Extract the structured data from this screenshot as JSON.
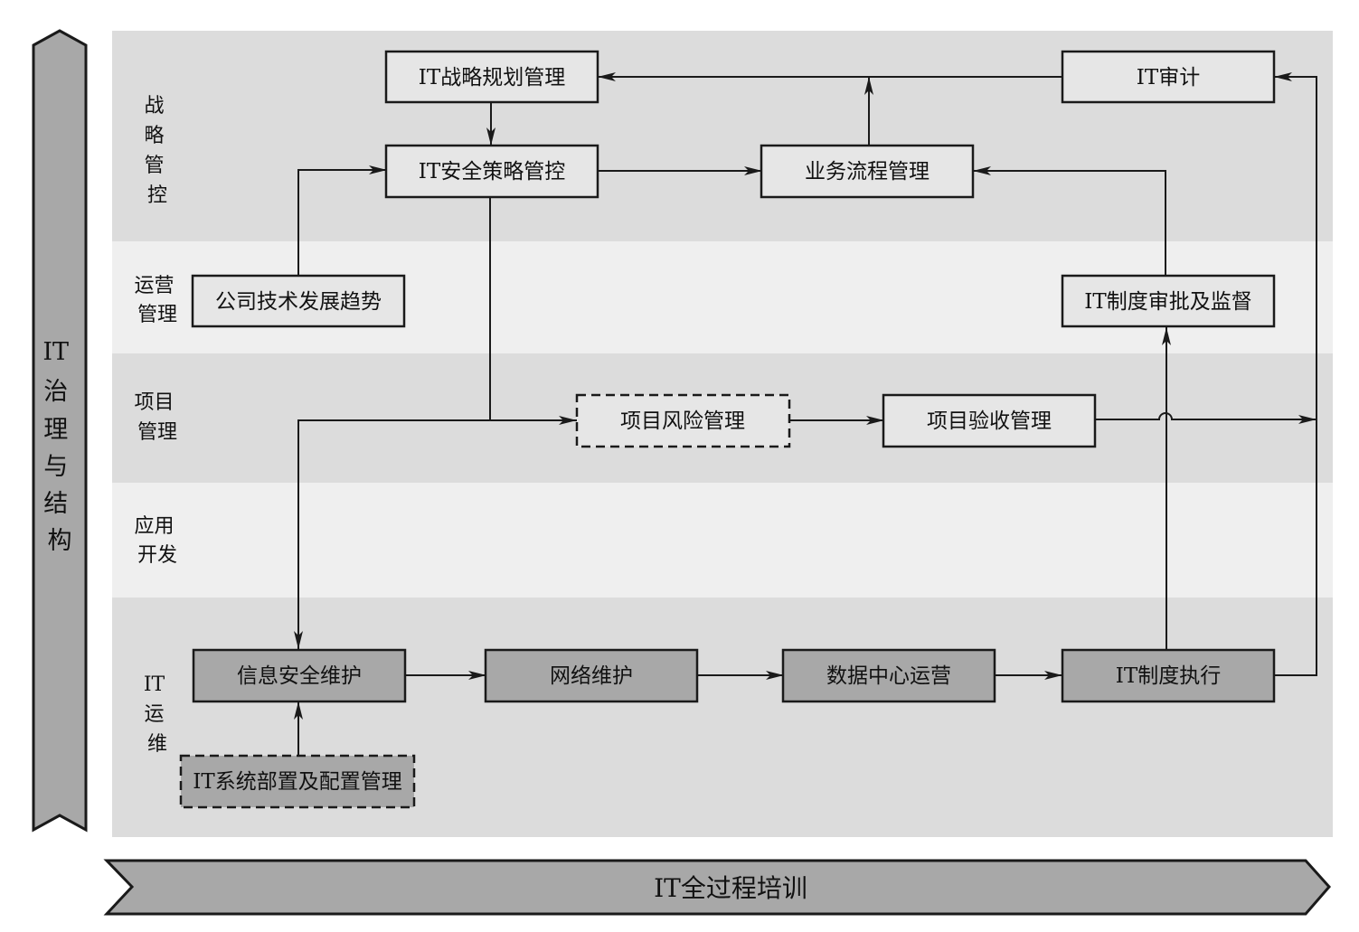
{
  "colors": {
    "background": "#ffffff",
    "lane_dark": "#dcdcdc",
    "lane_light": "#efefef",
    "box_light": "#e6e6e6",
    "box_dark": "#a8a8a8",
    "stroke": "#1a1a1a",
    "banner": "#a8a8a8"
  },
  "side_banner": {
    "lines": [
      "IT",
      "治",
      "理",
      "与",
      "结",
      "构"
    ]
  },
  "bottom_banner": {
    "label": "IT全过程培训"
  },
  "lanes": [
    {
      "id": "strategy",
      "lines": [
        "战",
        "略",
        "管",
        "控"
      ]
    },
    {
      "id": "operation",
      "lines": [
        "运营",
        "管理"
      ]
    },
    {
      "id": "project",
      "lines": [
        "项目",
        "管理"
      ]
    },
    {
      "id": "appdev",
      "lines": [
        "应用",
        "开发"
      ]
    },
    {
      "id": "itops",
      "lines": [
        "IT",
        "运",
        "维"
      ]
    }
  ],
  "nodes": [
    {
      "id": "it-strategy-planning",
      "label": "IT战略规划管理",
      "fill": "light",
      "dashed": false
    },
    {
      "id": "it-audit",
      "label": "IT审计",
      "fill": "light",
      "dashed": false
    },
    {
      "id": "it-security-policy",
      "label": "IT安全策略管控",
      "fill": "light",
      "dashed": false
    },
    {
      "id": "business-process",
      "label": "业务流程管理",
      "fill": "light",
      "dashed": false
    },
    {
      "id": "tech-trend",
      "label": "公司技术发展趋势",
      "fill": "light",
      "dashed": false
    },
    {
      "id": "it-policy-approval",
      "label": "IT制度审批及监督",
      "fill": "light",
      "dashed": false
    },
    {
      "id": "project-risk",
      "label": "项目风险管理",
      "fill": "light",
      "dashed": true
    },
    {
      "id": "project-acceptance",
      "label": "项目验收管理",
      "fill": "light",
      "dashed": false
    },
    {
      "id": "infosec-maintenance",
      "label": "信息安全维护",
      "fill": "dark",
      "dashed": false
    },
    {
      "id": "network-maintenance",
      "label": "网络维护",
      "fill": "dark",
      "dashed": false
    },
    {
      "id": "datacenter-ops",
      "label": "数据中心运营",
      "fill": "dark",
      "dashed": false
    },
    {
      "id": "it-policy-execution",
      "label": "IT制度执行",
      "fill": "dark",
      "dashed": false
    },
    {
      "id": "it-system-deploy",
      "label": "IT系统部置及配置管理",
      "fill": "dark",
      "dashed": true
    }
  ],
  "edges": [
    {
      "id": "audit-to-strategy",
      "from": "it-audit",
      "to": "it-strategy-planning"
    },
    {
      "id": "strategy-to-security",
      "from": "it-strategy-planning",
      "to": "it-security-policy"
    },
    {
      "id": "security-to-business",
      "from": "it-security-policy",
      "to": "business-process"
    },
    {
      "id": "business-to-topline",
      "from": "business-process",
      "to": "it-strategy-planning"
    },
    {
      "id": "trend-to-security",
      "from": "tech-trend",
      "to": "it-security-policy"
    },
    {
      "id": "approval-to-business",
      "from": "it-policy-approval",
      "to": "business-process"
    },
    {
      "id": "security-to-risk",
      "from": "it-security-policy",
      "to": "project-risk"
    },
    {
      "id": "security-to-infosec",
      "from": "it-security-policy",
      "to": "infosec-maintenance"
    },
    {
      "id": "risk-to-acceptance",
      "from": "project-risk",
      "to": "project-acceptance"
    },
    {
      "id": "acceptance-to-right",
      "from": "project-acceptance",
      "to": "it-audit"
    },
    {
      "id": "infosec-to-network",
      "from": "infosec-maintenance",
      "to": "network-maintenance"
    },
    {
      "id": "network-to-datacenter",
      "from": "network-maintenance",
      "to": "datacenter-ops"
    },
    {
      "id": "datacenter-to-execution",
      "from": "datacenter-ops",
      "to": "it-policy-execution"
    },
    {
      "id": "execution-to-approval",
      "from": "it-policy-execution",
      "to": "it-policy-approval"
    },
    {
      "id": "execution-to-audit",
      "from": "it-policy-execution",
      "to": "it-audit"
    },
    {
      "id": "deploy-to-infosec",
      "from": "it-system-deploy",
      "to": "infosec-maintenance"
    }
  ]
}
